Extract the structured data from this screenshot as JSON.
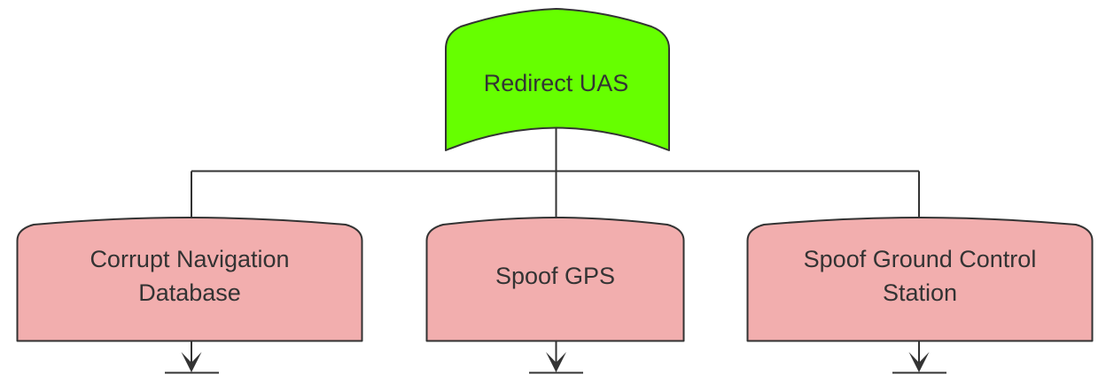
{
  "diagram": {
    "type": "attack-tree",
    "background_color": "#ffffff",
    "line_color": "#333333",
    "text_color": "#333333",
    "root": {
      "id": "redirect-uas",
      "label": "Redirect UAS",
      "shape": "curved-banner",
      "fill_color": "#66ff00",
      "stroke_color": "#333333"
    },
    "children": [
      {
        "id": "corrupt-navigation-database",
        "label_line1": "Corrupt Navigation",
        "label_line2": "Database",
        "label": "Corrupt Navigation Database",
        "shape": "curved-top-box",
        "fill_color": "#f2aeae",
        "stroke_color": "#333333",
        "has_output_arrow": true
      },
      {
        "id": "spoof-gps",
        "label_line1": "Spoof GPS",
        "label_line2": "",
        "label": "Spoof GPS",
        "shape": "curved-top-box",
        "fill_color": "#f2aeae",
        "stroke_color": "#333333",
        "has_output_arrow": true
      },
      {
        "id": "spoof-ground-control-station",
        "label_line1": "Spoof Ground Control",
        "label_line2": "Station",
        "label": "Spoof Ground Control Station",
        "shape": "curved-top-box",
        "fill_color": "#f2aeae",
        "stroke_color": "#333333",
        "has_output_arrow": true
      }
    ]
  }
}
